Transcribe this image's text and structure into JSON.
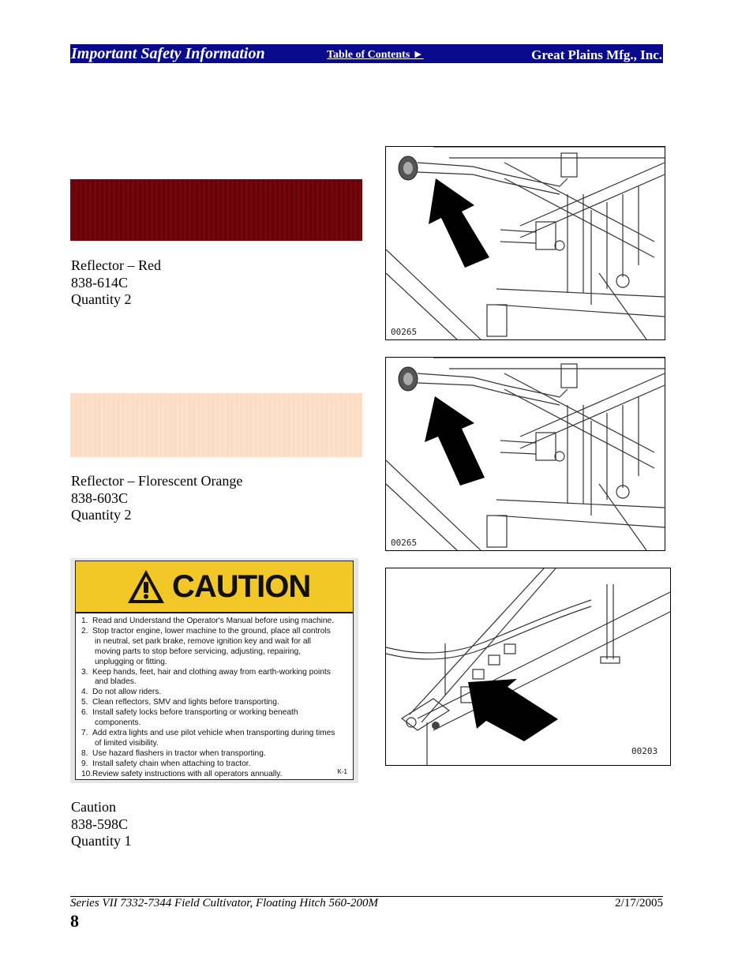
{
  "header": {
    "title": "Important Safety Information",
    "toc_link": "Table of Contents ►",
    "company": "Great Plains Mfg., Inc."
  },
  "decals": [
    {
      "name": "Reflector – Red",
      "part": "838-614C",
      "qty": "Quantity 2",
      "swatch_color": "#6b0008"
    },
    {
      "name": "Reflector – Florescent Orange",
      "part": "838-603C",
      "qty": "Quantity 2",
      "swatch_color": "#fde3cd"
    },
    {
      "name": "Caution",
      "part": "838-598C",
      "qty": "Quantity 1"
    }
  ],
  "caution_decal": {
    "word": "CAUTION",
    "icon": "warning-triangle-icon",
    "header_color": "#f2c828",
    "items": [
      "1.|Read and Understand the Operator's Manual before using machine.",
      "2.|Stop tractor engine, lower machine to the ground, place all controls",
      "|in neutral, set park brake, remove ignition key and wait for all",
      "|moving parts to stop before servicing, adjusting, repairing,",
      "|unplugging or fitting.",
      "3.|Keep hands, feet, hair and clothing away from earth-working points",
      "|and blades.",
      "4.|Do not allow riders.",
      "5.|Clean reflectors, SMV and lights before transporting.",
      "6.|Install safety locks before transporting or working beneath",
      "|components.",
      "7.|Add extra lights and use pilot vehicle when transporting during times",
      "|of limited visibility.",
      "8.|Use hazard flashers in tractor when transporting.",
      "9.|Install safety chain when attaching to tractor.",
      "10.|Review safety instructions with all operators annually."
    ],
    "code": "K-1"
  },
  "figures": [
    {
      "code": "00265"
    },
    {
      "code": "00265"
    },
    {
      "code": "00203"
    }
  ],
  "footer": {
    "series": "Series VII 7332-7344 Field Cultivator, Floating Hitch  560-200M",
    "date": "2/17/2005",
    "page": "8"
  }
}
